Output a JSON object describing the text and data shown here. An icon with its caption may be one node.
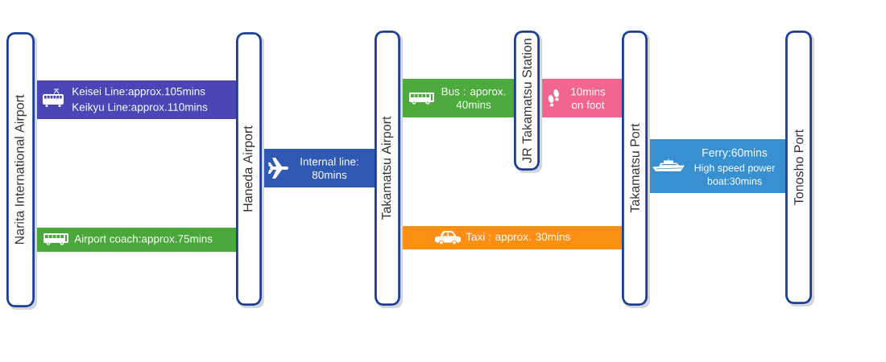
{
  "diagram": {
    "nodes": [
      {
        "text": [
          "Narita International Airport"
        ]
      },
      {
        "text": [
          "Keisei Line:approx.105mins",
          "Keikyu Line:approx.110mins"
        ]
      },
      {
        "text": [
          "Airport coach:approx.75mins"
        ]
      },
      {
        "text": [
          "Haneda Airport"
        ]
      },
      {
        "text": [
          "Internal line: 80mins"
        ]
      },
      {
        "text": [
          "Takamatsu Airport"
        ]
      },
      {
        "text": [
          "Bus : aporox. 40mins"
        ]
      },
      {
        "text": [
          "Taxi : approx. 30mins"
        ]
      },
      {
        "text": [
          "JR Takamatsu Station"
        ]
      },
      {
        "text": [
          "10mins on foot"
        ]
      },
      {
        "text": [
          "Takamatsu Port"
        ]
      },
      {
        "text": [
          "Ferry:60mins",
          "High speed power boat:30mins"
        ]
      },
      {
        "text": [
          "Tonosho Port"
        ]
      }
    ]
  }
}
